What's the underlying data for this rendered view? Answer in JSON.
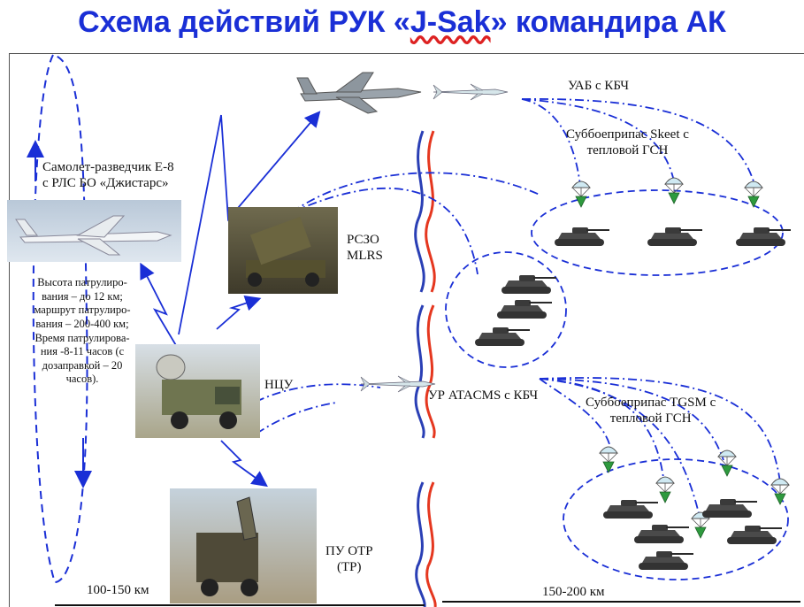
{
  "title": {
    "prefix": "Схема действий РУК «",
    "sak": "J-Sak",
    "suffix": "» командира АК"
  },
  "labels": {
    "e8": "Самолет-разведчик Е-8\nс РЛС  БО «Джистарс»",
    "patrol": "Высота патрулиро-\nвания – до 12 км;\nмаршрут патрулиро-\nвания – 200-400 км;\nВремя патрулирова-\nния -8-11 часов (с\nдозаправкой – 20\nчасов).",
    "mlrs": "РСЗО\nMLRS",
    "ncu": "НЦУ",
    "otr": "ПУ ОТР\n(ТР)",
    "uab": "УАБ с КБЧ",
    "skeet": "Суббоеприпас Skeet с\nтепловой ГСН",
    "atacms": "УР  ATACMS с КБЧ",
    "tgsm": "Суббоеприпас TGSM с\nтепловой ГСН",
    "dist_left": "100-150 км",
    "dist_right": "150-200 км"
  },
  "colors": {
    "title": "#1a2fd6",
    "link": "#1a2fd6",
    "front_blue": "#2a3fb5",
    "front_red": "#e5371f",
    "chute_green": "#2e9a3e"
  },
  "icons": [
    "e8-aircraft-image",
    "fighter-jet-image",
    "mlrs-launcher-image",
    "command-vehicle-image",
    "otr-launcher-image",
    "missile-icon",
    "parachute-icon",
    "tank-icon"
  ]
}
